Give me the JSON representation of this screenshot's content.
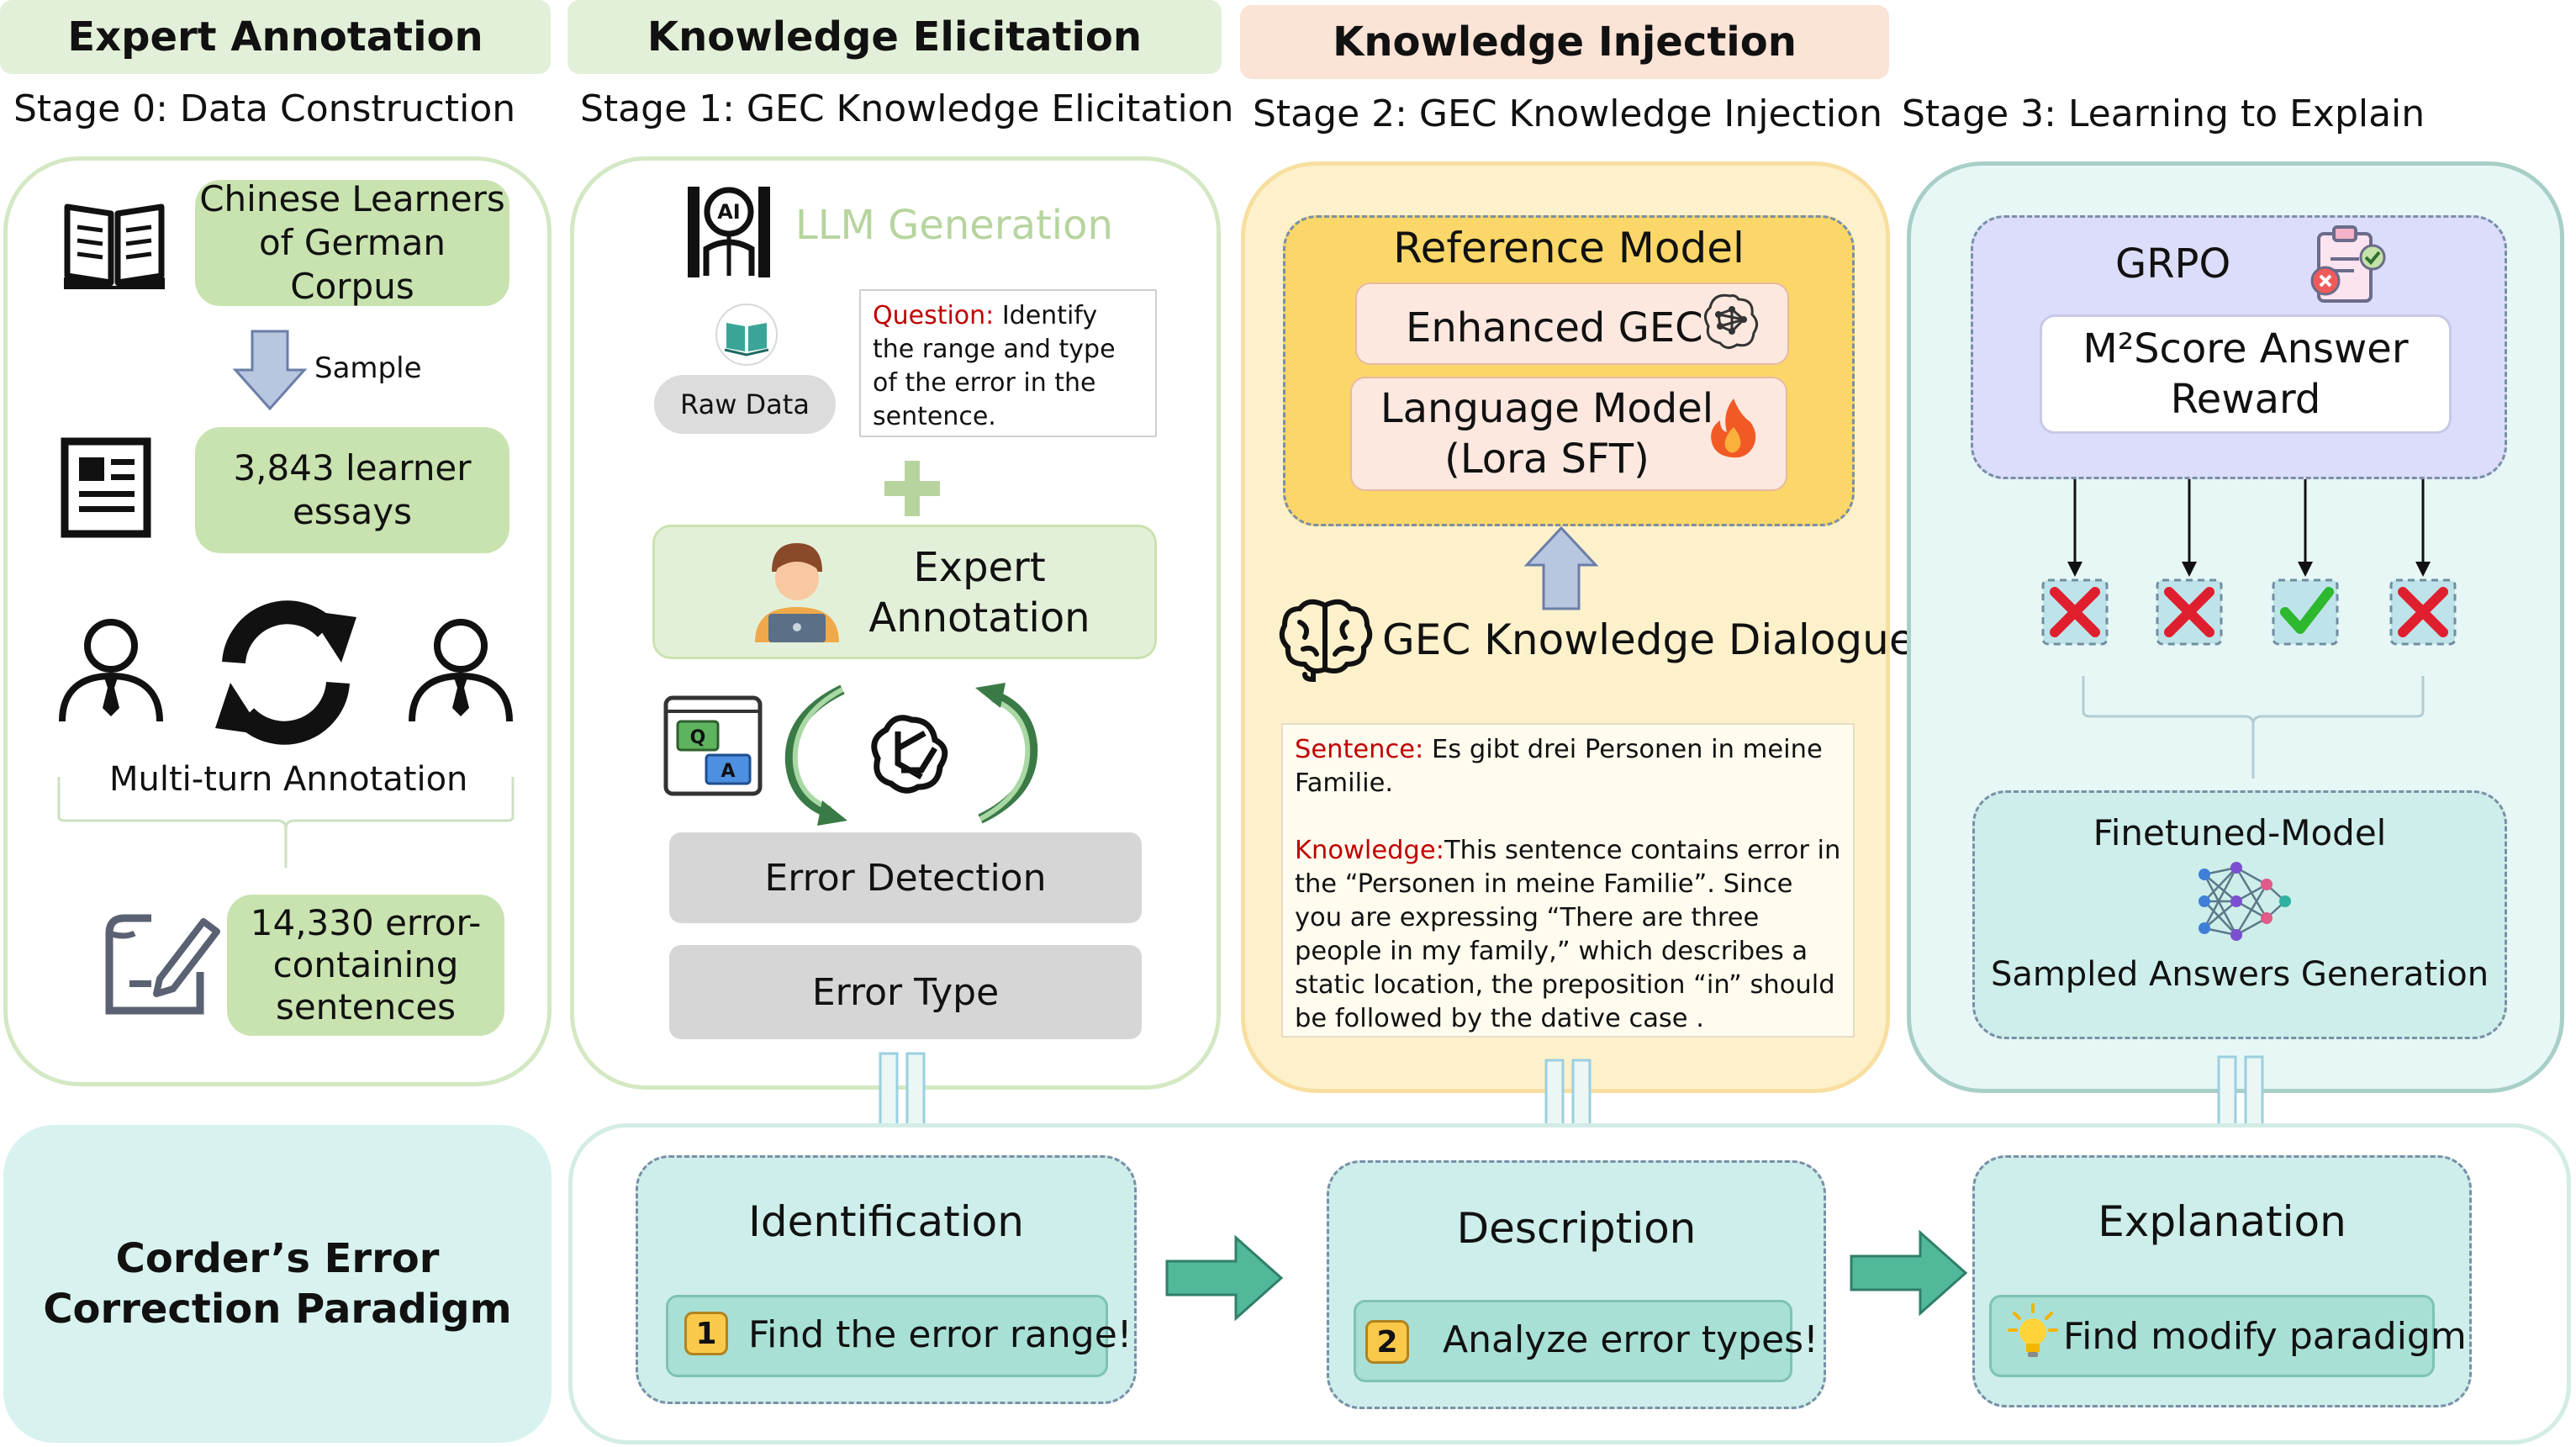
{
  "headers": {
    "expert": "Expert Annotation",
    "elicitation": "Knowledge Elicitation",
    "injection": "Knowledge Injection"
  },
  "stages": {
    "s0": "Stage 0: Data Construction",
    "s1": "Stage 1: GEC Knowledge Elicitation",
    "s2": "Stage 2: GEC Knowledge Injection",
    "s3": "Stage 3: Learning to Explain"
  },
  "stage0": {
    "corpus": "Chinese Learners\nof German Corpus",
    "sample": "Sample",
    "essays": "3,843 learner\nessays",
    "multi_turn": "Multi-turn Annotation",
    "sentences": "14,330 error-\ncontaining\nsentences"
  },
  "stage1": {
    "llm_generation": "LLM Generation",
    "raw_data": "Raw Data",
    "question_label": "Question:",
    "question_text": " Identify the range and type of the error in the sentence.",
    "expert_annotation": "Expert\nAnnotation",
    "error_detection": "Error Detection",
    "error_type": "Error Type"
  },
  "stage2": {
    "reference_model": "Reference Model",
    "enhanced_gec": "Enhanced GEC",
    "language_model": "Language Model\n(Lora SFT)",
    "dialogue": "GEC Knowledge Dialogue",
    "sentence_label": "Sentence:",
    "sentence_text": " Es gibt drei Personen in meine Familie.",
    "knowledge_label": "Knowledge:",
    "knowledge_text": "This sentence contains error in the “Personen in meine Familie”. Since you are expressing “There are three people in my family,” which describes a static location, the preposition “in” should be followed by the dative case ."
  },
  "stage3": {
    "grpo": "GRPO",
    "reward": "M²Score Answer\nReward",
    "finetuned": "Finetuned-Model",
    "sampled": "Sampled Answers Generation",
    "outcomes": [
      "wrong",
      "wrong",
      "correct",
      "wrong"
    ]
  },
  "paradigm": {
    "title": "Corder’s Error\nCorrection Paradigm",
    "steps": [
      {
        "title": "Identification",
        "num": "1",
        "action": "Find the error range!"
      },
      {
        "title": "Description",
        "num": "2",
        "action": "Analyze error types!"
      },
      {
        "title": "Explanation",
        "num": "",
        "action": "Find modify paradigm"
      }
    ]
  },
  "colors": {
    "green_header": "#e3f0d9",
    "peach_header": "#fbe3d6",
    "green_pill": "#c9e3b0",
    "yellow_panel": "#fdf1cc",
    "yellow_inner": "#fbd769",
    "teal_panel": "#e6f7f5",
    "lavender": "#dcdcfb",
    "teal_box": "#cdeeea",
    "arrow_teal": "#52b89a"
  }
}
